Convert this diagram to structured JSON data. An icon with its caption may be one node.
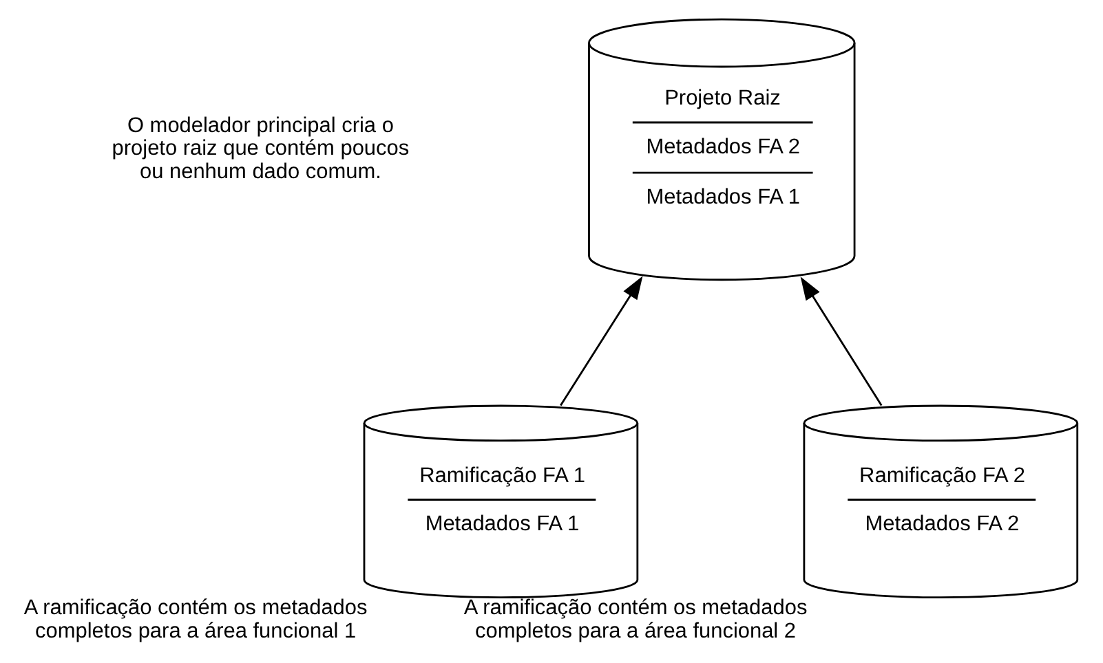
{
  "diagram": {
    "nodes": [
      {
        "text": [
          "Projeto Raiz",
          "Metadados FA 2",
          "Metadados FA 1"
        ]
      },
      {
        "text": [
          "Ramificação FA 1",
          "Metadados FA 1"
        ],
        "beside": [
          "A ramificação contém os metadados completos para a área funcional 1"
        ]
      },
      {
        "text": [
          "Ramificação FA 2",
          "Metadados FA 2"
        ],
        "beside": [
          "A ramificação contém os metadados completos para a área funcional 2"
        ]
      }
    ],
    "edges": [
      {
        "from": 1,
        "to": 0,
        "arrow": "to"
      },
      {
        "from": 2,
        "to": 0,
        "arrow": "to"
      }
    ],
    "labels": [
      "O modelador principal cria o projeto raiz que contém poucos ou nenhum dado comum."
    ]
  }
}
